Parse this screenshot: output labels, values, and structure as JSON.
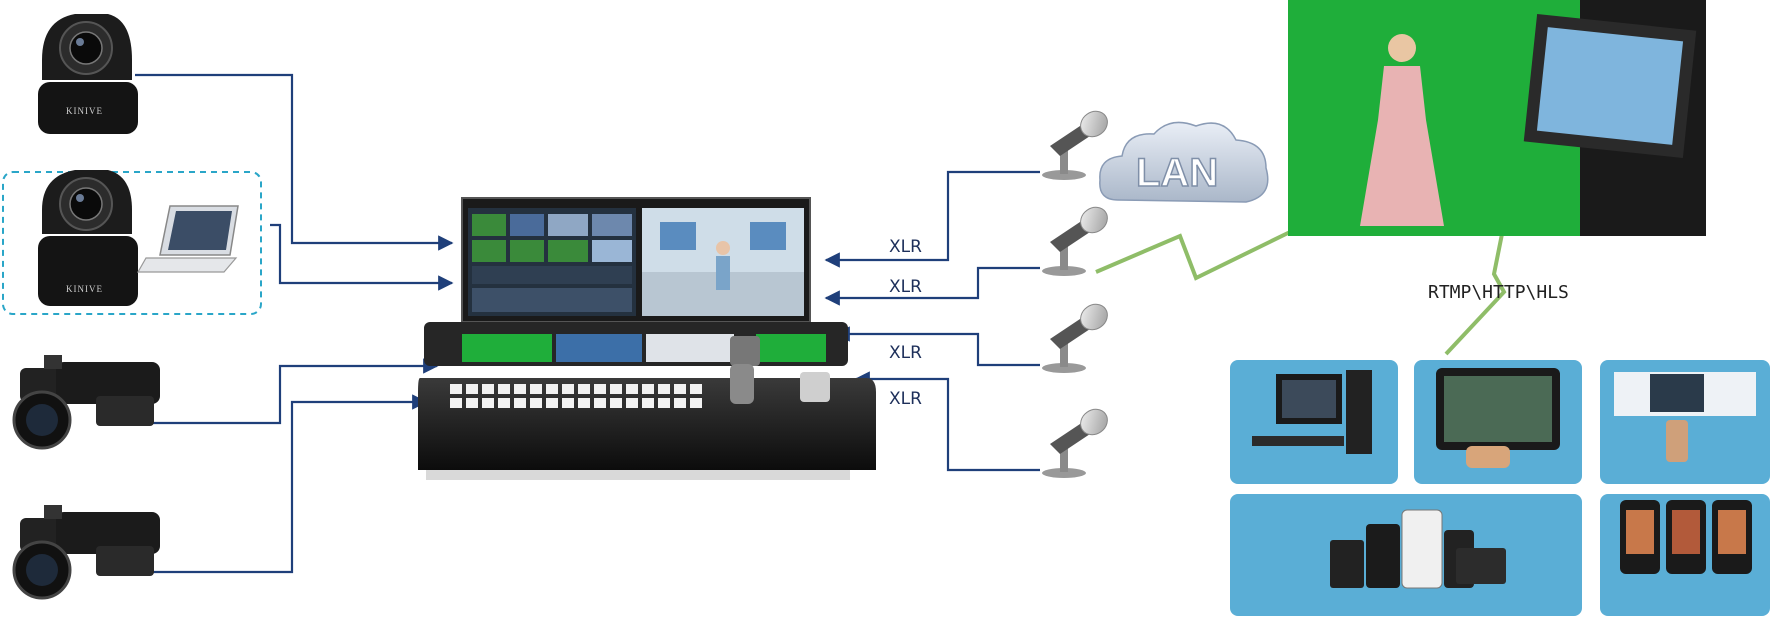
{
  "camera_brand": "KINIVE",
  "xlr_labels": [
    "XLR",
    "XLR",
    "XLR",
    "XLR"
  ],
  "network_label": "LAN",
  "stream_protocols": "RTMP\\HTTP\\HLS",
  "colors": {
    "connector_line": "#1f3f7a",
    "wireless_link": "#7bb24e",
    "device_tile": "#5aaed6",
    "green_screen": "#1fae3a",
    "dashed_box": "#2aa6c8"
  }
}
